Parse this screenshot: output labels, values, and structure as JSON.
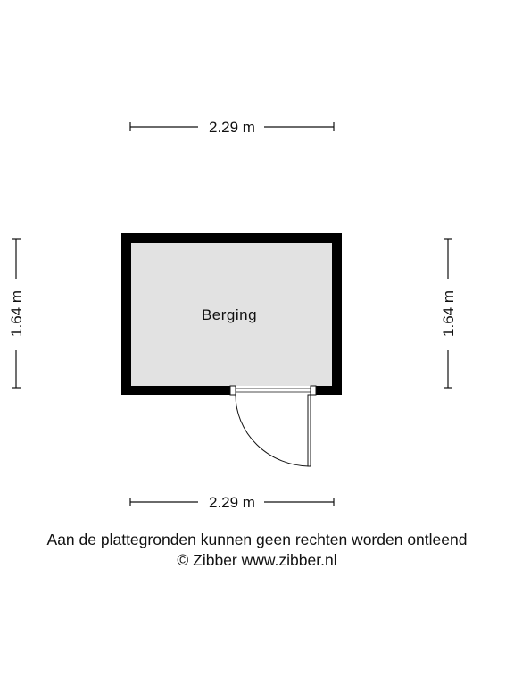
{
  "dimensions": {
    "top_width": "2.29 m",
    "bottom_width": "2.29 m",
    "left_height": "1.64 m",
    "right_height": "1.64 m"
  },
  "room": {
    "name": "Berging"
  },
  "footer": {
    "disclaimer": "Aan de plattegronden kunnen geen rechten worden ontleend",
    "copyright": "© Zibber www.zibber.nl"
  },
  "colors": {
    "wall": "#000000",
    "floor": "#e2e2e2",
    "line": "#111111"
  }
}
